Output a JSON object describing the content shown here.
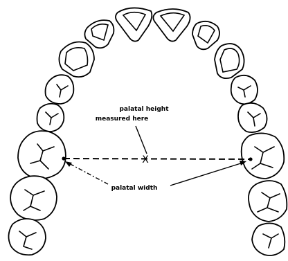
{
  "annotations": {
    "height_line1": "palatal height",
    "height_line2": "measured here",
    "width_label": "palatal width"
  },
  "marker": "X",
  "colors": {
    "ink": "#000000",
    "paper": "#ffffff"
  }
}
